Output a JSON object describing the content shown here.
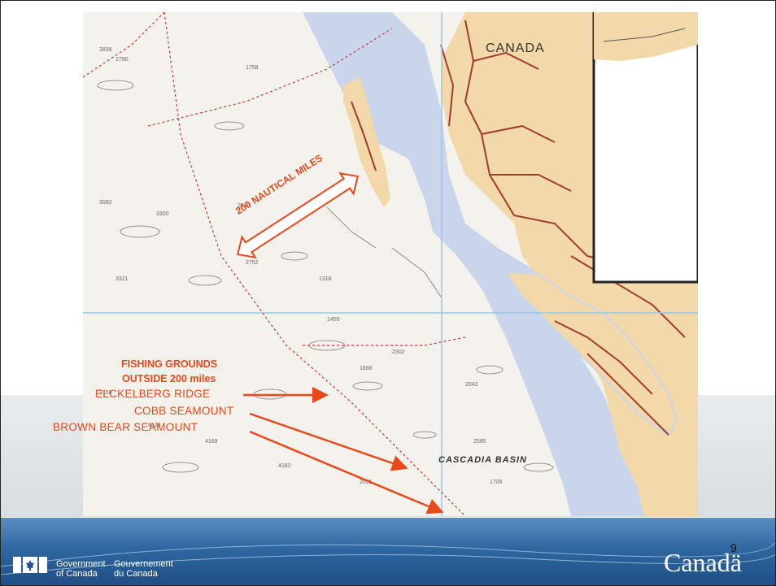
{
  "map": {
    "region_label": "CANADA",
    "basin_label": "CASCADIA BASIN",
    "distance_label": "200 NAUTICAL MILES",
    "fishing_grounds": [
      "FISHING GROUNDS",
      "OUTSIDE 200 miles"
    ],
    "features": [
      "ELCKELBERG RIDGE",
      "COBB SEAMOUNT",
      "BROWN BEAR SEAMOUNT"
    ],
    "colors": {
      "land": "#f3d9a9",
      "shelf": "#c9d5eb",
      "accent": "#e8481a",
      "rivers": "#a33a32",
      "boundary": "#cc3344",
      "grid": "#9bc7e4"
    }
  },
  "footer": {
    "gov_en": [
      "Government",
      "of Canada"
    ],
    "gov_fr": [
      "Gouvernement",
      "du Canada"
    ],
    "wordmark": "Canadä",
    "page_number": "9",
    "flag_icon": "canada-flag-icon"
  }
}
